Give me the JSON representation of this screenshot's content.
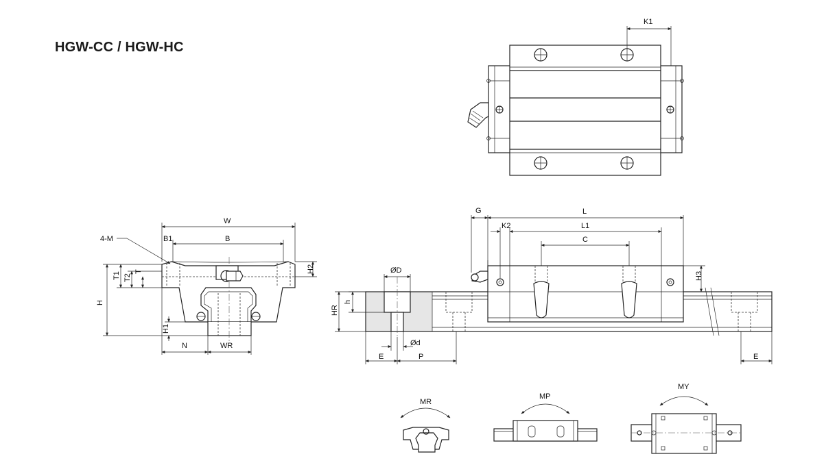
{
  "title": "HGW-CC / HGW-HC",
  "top_view": {
    "k1": "K1"
  },
  "front_view": {
    "w": "W",
    "b": "B",
    "b1": "B1",
    "m": "4-M",
    "t1": "T1",
    "t2": "T2",
    "t": "T",
    "h": "H",
    "h1": "H1",
    "h2": "H2",
    "n": "N",
    "wr": "WR"
  },
  "side_view": {
    "g": "G",
    "l": "L",
    "k2": "K2",
    "l1": "L1",
    "c": "C",
    "h3": "H3",
    "od_big": "ØD",
    "od_small": "Ød",
    "h_small": "h",
    "hr": "HR",
    "e": "E",
    "p": "P",
    "e_right": "E"
  },
  "moments": {
    "mr": "MR",
    "mp": "MP",
    "my": "MY"
  }
}
